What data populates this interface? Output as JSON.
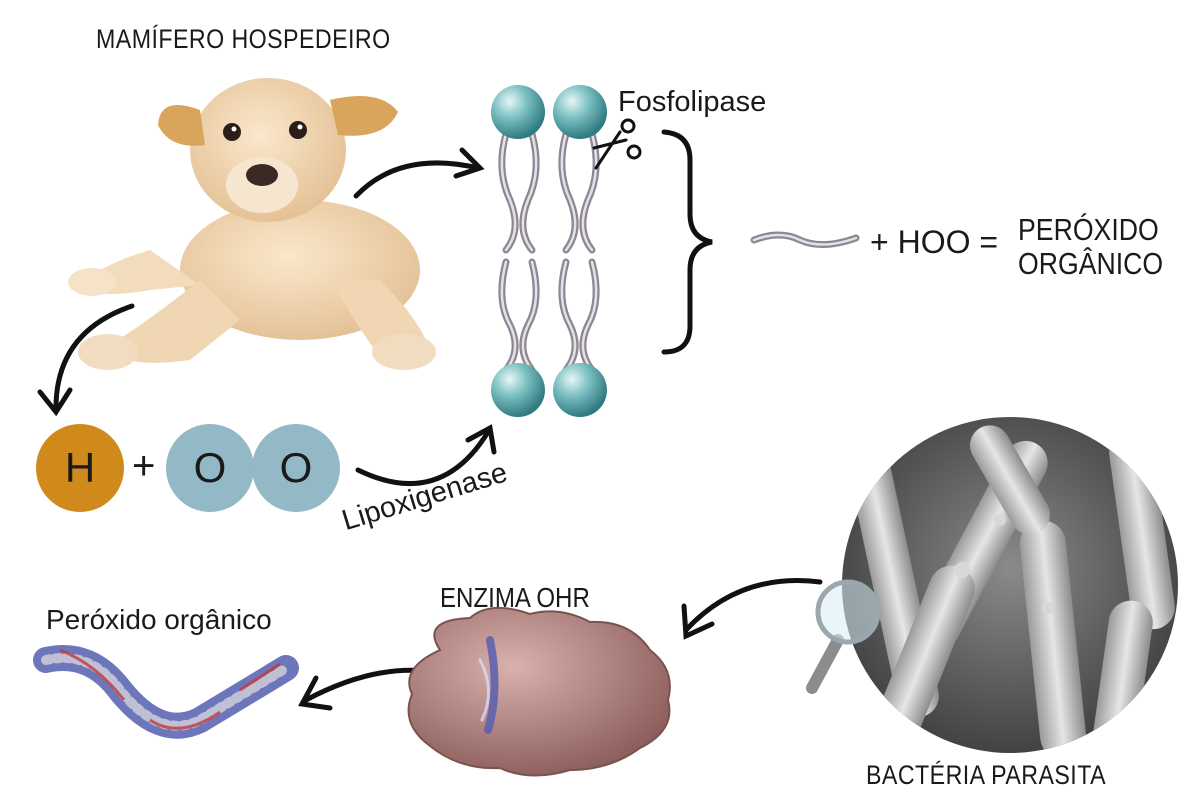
{
  "host": {
    "label": "MAMÍFERO HOSPEDEIRO"
  },
  "membrane": {
    "enzyme_label": "Fosfolipase"
  },
  "reaction": {
    "atom_h": "H",
    "atom_o1": "O",
    "atom_o2": "O",
    "plus": "+",
    "enzyme_label": "Lipoxigenase"
  },
  "result": {
    "hoo_text": "+ HOO =",
    "product_line1": "PERÓXIDO",
    "product_line2": "ORGÂNICO"
  },
  "enzyme": {
    "label": "ENZIMA OHR"
  },
  "organic_peroxide": {
    "label": "Peróxido orgânico"
  },
  "bacteria": {
    "label": "BACTÉRIA PARASITA"
  },
  "colors": {
    "hydrogen": "#d08a1b",
    "oxygen": "#93b8c6",
    "lipid_head": "#6fb3b7",
    "protein": "#a97a78"
  }
}
